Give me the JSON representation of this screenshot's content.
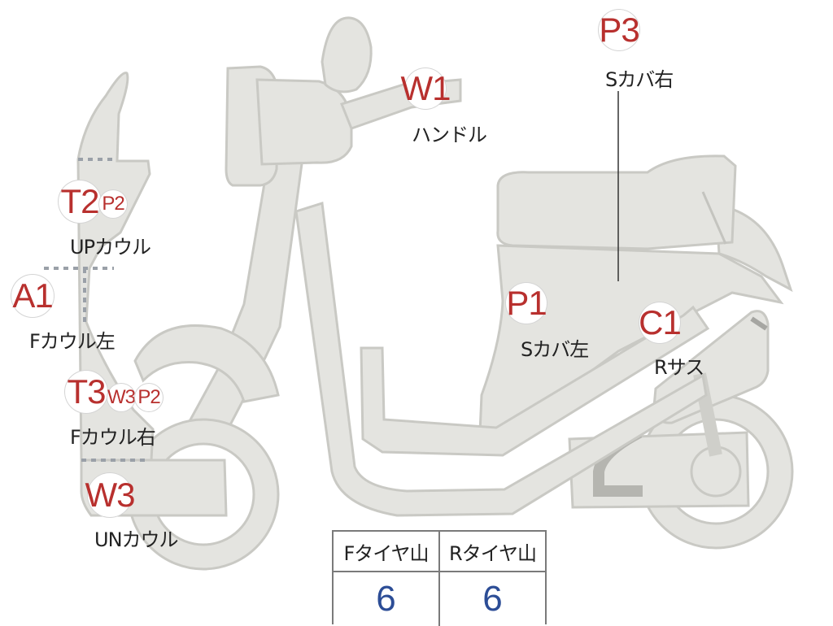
{
  "markers": {
    "w1_top": "W1",
    "p3": "P3",
    "t2": "T2",
    "p2_upper": "P2",
    "a1": "A1",
    "p1": "P1",
    "c1": "C1",
    "t3": "T3",
    "w3_small": "W3",
    "p2_lower": "P2",
    "w3_big": "W3"
  },
  "labels": {
    "handle": "ハンドル",
    "s_cover_right": "Sカバ右",
    "up_cowl": "UPカウル",
    "f_cowl_left": "Fカウル左",
    "s_cover_left": "Sカバ左",
    "r_sus": "Rサス",
    "f_cowl_right": "Fカウル右",
    "un_cowl": "UNカウル"
  },
  "tread_table": {
    "headers": [
      "Fタイヤ山",
      "Rタイヤ山"
    ],
    "values": [
      "6",
      "6"
    ]
  }
}
